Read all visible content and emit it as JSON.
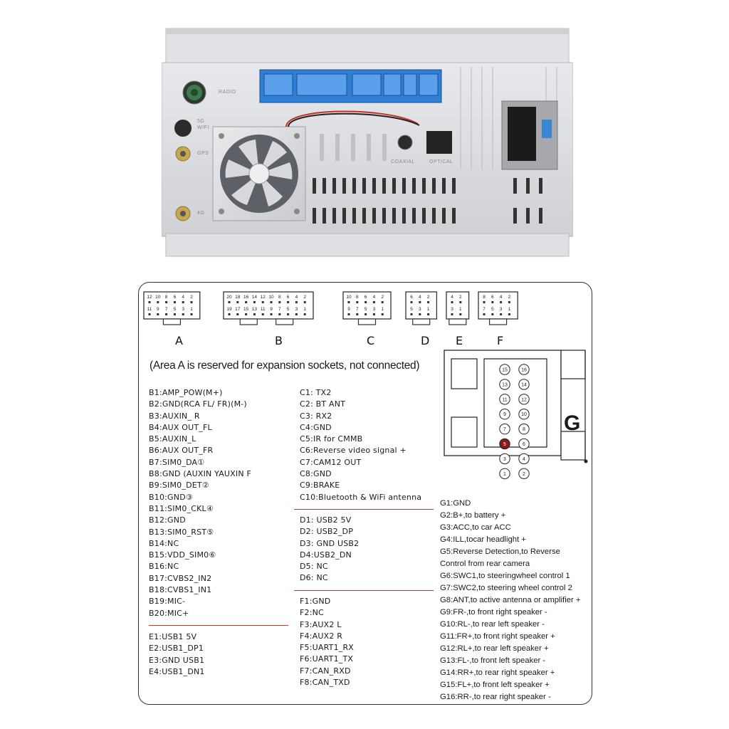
{
  "photo": {
    "labels": {
      "radio": "RADIO",
      "wifi": "5G WIFI",
      "gps": "GPS",
      "lte": "4G",
      "coaxial": "COAXIAL",
      "optical": "OPTICAL"
    }
  },
  "connectors": {
    "A": {
      "letter": "A",
      "top_pins": [
        "12",
        "10",
        "8",
        "6",
        "4",
        "2"
      ],
      "bottom_pins": [
        "11",
        "9",
        "7",
        "5",
        "3",
        "1"
      ]
    },
    "B": {
      "letter": "B",
      "top_pins": [
        "20",
        "18",
        "16",
        "14",
        "12",
        "10",
        "8",
        "6",
        "4",
        "2"
      ],
      "bottom_pins": [
        "19",
        "17",
        "15",
        "13",
        "11",
        "9",
        "7",
        "5",
        "3",
        "1"
      ]
    },
    "C": {
      "letter": "C",
      "top_pins": [
        "10",
        "8",
        "6",
        "4",
        "2"
      ],
      "bottom_pins": [
        "9",
        "7",
        "5",
        "3",
        "1"
      ]
    },
    "D": {
      "letter": "D",
      "top_pins": [
        "6",
        "4",
        "2"
      ],
      "bottom_pins": [
        "5",
        "3",
        "1"
      ]
    },
    "E": {
      "letter": "E",
      "top_pins": [
        "4",
        "2"
      ],
      "bottom_pins": [
        "3",
        "1"
      ]
    },
    "F": {
      "letter": "F",
      "top_pins": [
        "8",
        "6",
        "4",
        "2"
      ],
      "bottom_pins": [
        "7",
        "5",
        "3",
        "1"
      ]
    }
  },
  "note": "(Area A is reserved for expansion sockets, not connected)",
  "b_list": [
    "B1:AMP_POW(M+)",
    "B2:GND(RCA FL/ FR)(M-)",
    "B3:AUXIN_ R",
    "B4:AUX OUT_FL",
    "B5:AUXIN_L",
    "B6:AUX OUT_FR",
    "B7:SIM0_DA①",
    "B8:GND (AUXIN YAUXIN F",
    "B9:SIM0_DET②",
    "B10:GND③",
    "B11:SIM0_CKL④",
    "B12:GND",
    "B13:SIM0_RST⑤",
    "B14:NC",
    "B15:VDD_SIM0⑥",
    "B16:NC",
    "B17:CVBS2_IN2",
    "B18:CVBS1_IN1",
    "B19:MIC-",
    "B20:MIC+"
  ],
  "e_list": [
    "E1:USB1 5V",
    "E2:USB1_DP1",
    "E3:GND USB1",
    "E4:USB1_DN1"
  ],
  "c_list": [
    "C1: TX2",
    "C2: BT ANT",
    "C3: RX2",
    "C4:GND",
    "C5:IR for CMMB",
    "C6:Reverse video signal +",
    "C7:CAM12 OUT",
    "C8:GND",
    "C9:BRAKE",
    "C10:Bluetooth & WiFi antenna"
  ],
  "d_list": [
    "D1: USB2 5V",
    "D2: USB2_DP",
    "D3: GND USB2",
    "D4:USB2_DN",
    "D5: NC",
    "D6: NC"
  ],
  "f_list": [
    "F1:GND",
    "F2:NC",
    "F3:AUX2 L",
    "F4:AUX2 R",
    "F5:UART1_RX",
    "F6:UART1_TX",
    "F7:CAN_RXD",
    "F8:CAN_TXD"
  ],
  "g_connector": {
    "letter": "G",
    "pin_rows": [
      [
        "15",
        "16"
      ],
      [
        "13",
        "14"
      ],
      [
        "11",
        "12"
      ],
      [
        "9",
        "10"
      ],
      [
        "7",
        "8"
      ],
      [
        "5",
        "6"
      ],
      [
        "3",
        "4"
      ],
      [
        "1",
        "2"
      ]
    ],
    "highlight_pin": "5",
    "highlight_color": "#8b1a1a"
  },
  "g_list": [
    "G1:GND",
    "G2:B+,to battery +",
    "G3:ACC,to car ACC",
    "G4:ILL,tocar headlight +",
    "G5:Reverse Detection,to Reverse",
    "Control from rear camera",
    "G6:SWC1,to steeringwheel control 1",
    "G7:SWC2,to steering wheel control 2",
    "G8:ANT,to active antenna or amplifier +",
    "G9:FR-,to front right speaker -",
    "G10:RL-,to rear left speaker -",
    "G11:FR+,to front right speaker +",
    "G12:RL+,to rear left speaker +",
    "G13:FL-,to front left speaker -",
    "G14:RR+,to rear right speaker +",
    "G15:FL+,to front left speaker +",
    "G16:RR-,to rear right speaker -"
  ],
  "colors": {
    "separator": "#c0392b",
    "connector_blue": "#2f7fd6",
    "chassis": "#dcdde0"
  }
}
